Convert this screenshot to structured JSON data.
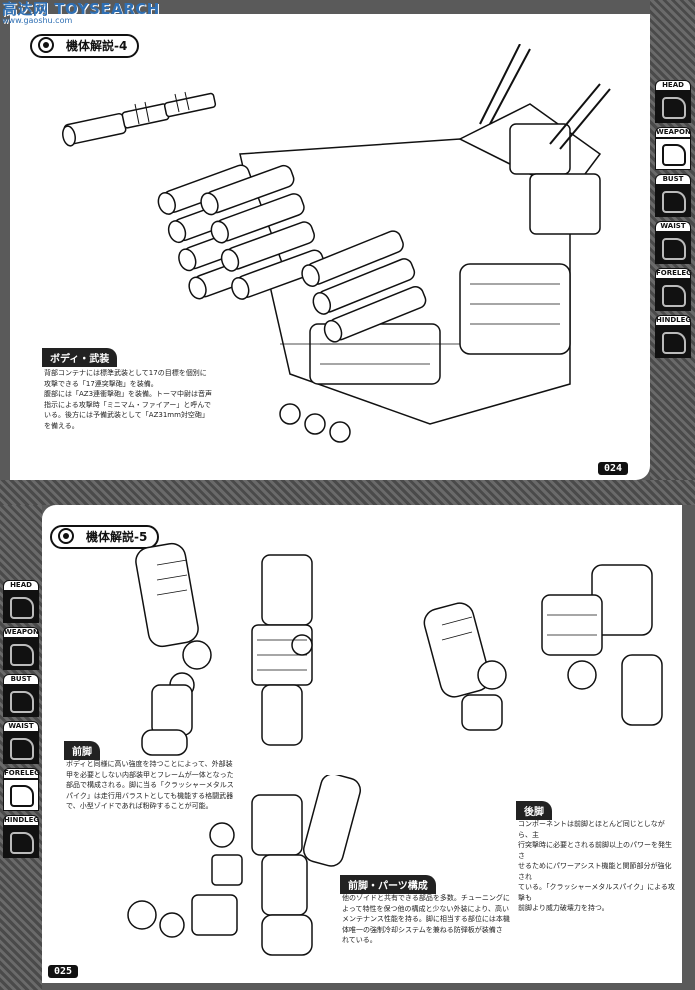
{
  "watermark": {
    "main": "高达网 TOYSEARCH",
    "url": "www.gaoshu.com"
  },
  "top_page": {
    "section_title": "機体解説-4",
    "body_label": "ボディ・武装",
    "body_text": [
      "背部コンテナには標準武装として17の目標を個別に",
      "攻撃できる「17連突撃砲」を装備。",
      "腹部には「AZ3連衝撃砲」を装備。トーマ中尉は音声",
      "指示による攻撃時「ミニマム・ファイアー」と呼んで",
      "いる。後方には予備武装として「AZ31mm対空砲」",
      "を備える。"
    ],
    "page_number": "024"
  },
  "bottom_page": {
    "section_title": "機体解説-5",
    "foreleg_label": "前脚",
    "foreleg_text": [
      "ボディと同様に高い強度を持つことによって、外部装",
      "甲を必要としない内部装甲とフレームが一体となった",
      "部品で構成される。脚に当る「クラッシャーメタルス",
      "パイク」は走行用バラストとしても機能する格闘武器",
      "で、小型ゾイドであれば粉砕することが可能。"
    ],
    "parts_label": "前脚・パーツ構成",
    "parts_text": [
      "他のゾイドと共有できる部品を多数。チューニングに",
      "よって特性を保つ他の構成と少ない外装により、高い",
      "メンテナンス性能を持る。脚に相当する部位には本機",
      "体唯一の強制冷却システムを兼ねる防弾板が装備さ",
      "れている。"
    ],
    "hindleg_label": "後脚",
    "hindleg_text": [
      "コンポーネントは前脚とほとんど同じとしながら、主",
      "行突撃時に必要とされる前脚以上のパワーを発生さ",
      "せるためにパワーアシスト機能と関節部分が強化され",
      "ている。「クラッシャーメタルスパイク」による攻撃も",
      "前脚より威力破壊力を持つ。"
    ],
    "page_number": "025"
  },
  "side_nav": {
    "items": [
      {
        "label": "HEAD"
      },
      {
        "label": "WEAPON"
      },
      {
        "label": "BUST"
      },
      {
        "label": "WAIST"
      },
      {
        "label": "FORELEG"
      },
      {
        "label": "HINDLEG"
      }
    ],
    "active_top": "WEAPON",
    "active_bottom": "FORELEG"
  },
  "colors": {
    "ink": "#111111",
    "frame": "#5a5a5a",
    "watermark": "#2f6fb3",
    "paper": "#ffffff"
  }
}
